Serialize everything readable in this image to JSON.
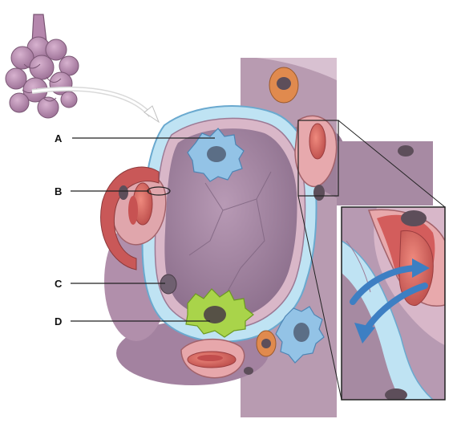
{
  "labels": {
    "a": "A",
    "b": "B",
    "c": "C",
    "d": "D"
  },
  "colors": {
    "interstitium": "#bfe3f3",
    "alveolar_wall": "#d9b7c8",
    "alveolar_space": "#a98ba7",
    "blood_vessel": "#d25f5c",
    "red_cell": "#e46f63",
    "macrophage_blue": "#93c3e6",
    "macrophage_green": "#a9d44a",
    "lymphocyte": "#e08a4e",
    "nucleus": "#5d4e5a",
    "arrow": "#3d7fc3"
  },
  "icons": {
    "acinus": "alveolar-sac-icon",
    "flow": "diffusion-arrows-icon"
  }
}
